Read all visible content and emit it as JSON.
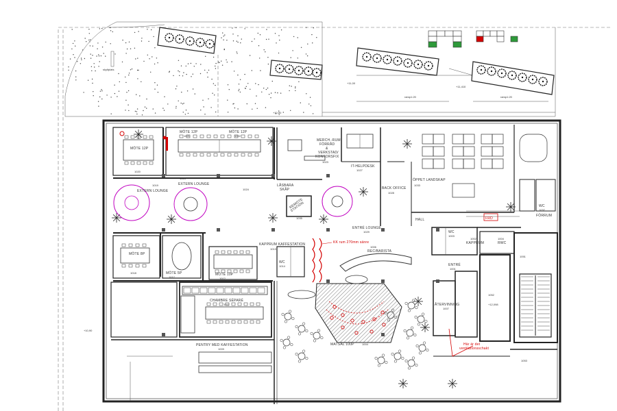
{
  "colors": {
    "line": "#222222",
    "annotation_red": "#d40000",
    "furniture_magenta": "#c000c0",
    "planter_green": "#2e9a3a",
    "background": "#ffffff"
  },
  "site_labels": {
    "level_1": "+11,00",
    "level_2": "+11,410",
    "level_3": "+10,80",
    "level_4": "+10,90",
    "ramp_1": "ramp1:20",
    "ramp_2": "ramp1:20",
    "small_label": "skyltplats"
  },
  "rooms": {
    "mote12p_left": {
      "name": "MÖTE 12P",
      "code": "1020"
    },
    "mote12p_a": {
      "name": "MÖTE 12P",
      "code": "1021"
    },
    "mote12p_b": {
      "name": "MÖTE 12P",
      "code": "1022"
    },
    "extern_lounge": {
      "name": "EXTERN LOUNGE",
      "code": "1025"
    },
    "extern_lounge_small": {
      "name": "EXTERN LOUNGE",
      "code": "1019"
    },
    "code_1024": "1024",
    "merch": {
      "line1": "MERCH.-RUM",
      "line2": "FÖRRÅD",
      "line3": "&",
      "line4": "VERKSTAD/",
      "line5": "KONTORSFIX",
      "code": "1023"
    },
    "lasbara_skap": {
      "line1": "LÅSBARA",
      "line2": "SKÅP"
    },
    "remote_station": {
      "line1": "REMOTE",
      "line2": "STATION",
      "code": "1035"
    },
    "it_helpdesk": {
      "name": "IT-HELPDESK",
      "code": "1027"
    },
    "back_office": {
      "name": "BACK OFFICE",
      "code": "1028"
    },
    "entre_lounge": {
      "name": "ENTRÉ LOUNGE",
      "code": "1029"
    },
    "oppet_landskap": {
      "name": "ÖPPET LANDSKAP",
      "code": "1033"
    },
    "hall": "HALL",
    "forrum": "FÖRRUM",
    "wc_right": {
      "name": "WC",
      "code": "1037"
    },
    "mote8p": {
      "name": "MÖTE 8P",
      "code": "1018"
    },
    "mote5p": {
      "name": "MÖTE 5P",
      "code": "1017"
    },
    "kapprum_kaffestation": {
      "name": "KAPPRUM KAFFESTATION",
      "code": "1013"
    },
    "mote10p": {
      "name": "MÖTE 10P",
      "code": "1012"
    },
    "wc_mid": {
      "name": "WC",
      "code": "1014"
    },
    "rec_barista": {
      "name": "REC/BARISTA",
      "code": "1006"
    },
    "chambre_separe": {
      "name": "CHAMBRE SÉPARÉ",
      "code": "1011"
    },
    "kapprum_right": {
      "name": "KAPPRUM",
      "code": "1002"
    },
    "wc_kapprum": {
      "name": "WC",
      "code": "1003"
    },
    "rwc": {
      "name": "RWC",
      "code": "1004"
    },
    "entre": {
      "name": "ENTRÉ",
      "code": "1001"
    },
    "code_1051": "1051",
    "code_1052": "1052",
    "level_12098": "+12,098",
    "atervinning": {
      "name": "ÅTERVINNING",
      "code": "1007"
    },
    "matsal": {
      "name": "MATSAL 100P",
      "code": "1004"
    },
    "pentry": {
      "name": "PENTRY MED KAFFESTATION",
      "code": "1009"
    },
    "code_1053": "1053"
  },
  "annotations": {
    "kk_note": "KK rum 270mm sänre",
    "vent_note_line1": "Här är det",
    "vent_note_line2": "ventilationsschakt",
    "fire_label": "FRD"
  }
}
